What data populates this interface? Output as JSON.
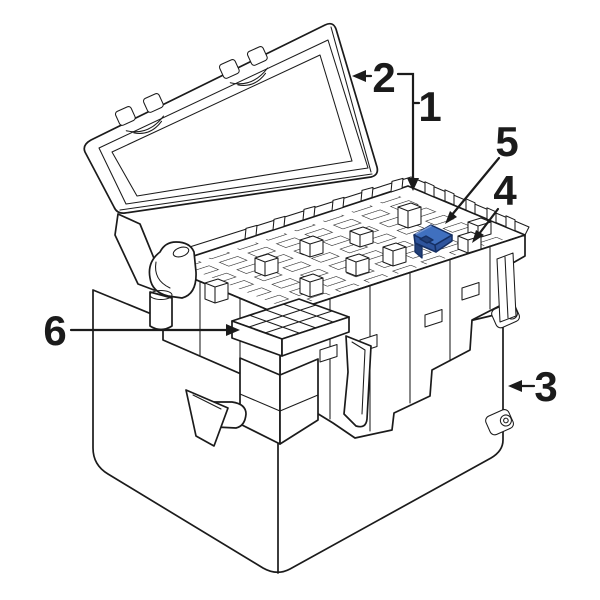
{
  "figure": {
    "background": "#ffffff",
    "description": "Line-art parts diagram of a vehicle fuse box (power distribution box) with opened lid, six numbered callouts, part 5 highlighted in blue."
  },
  "colors": {
    "line": "#1b1b1b",
    "background": "#ffffff",
    "highlight_fill": "#4070bf",
    "highlight_side": "#2e549c",
    "highlight_dark": "#223f78",
    "highlight_outline": "#152f63",
    "highlight_light": "#7d9bd4"
  },
  "callouts": [
    {
      "label": "1",
      "target": "upper-fuse-panel"
    },
    {
      "label": "2",
      "target": "lid"
    },
    {
      "label": "3",
      "target": "lower-housing"
    },
    {
      "label": "4",
      "target": "fuse-holder"
    },
    {
      "label": "5",
      "target": "highlighted-fuse"
    },
    {
      "label": "6",
      "target": "relay-block"
    }
  ]
}
